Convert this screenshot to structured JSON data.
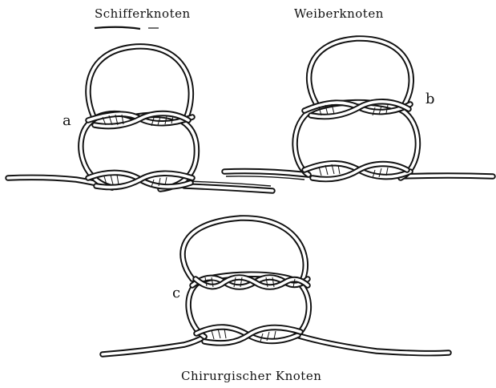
{
  "labels": {
    "sailor_knot": "Schifferknoten",
    "granny_knot": "Weiberknoten",
    "surgical_knot": "Chirurgischer Knoten",
    "marker_a": "a",
    "marker_b": "b",
    "marker_c": "c"
  },
  "colors": {
    "ink": "#111111",
    "rope": "#ffffff"
  }
}
